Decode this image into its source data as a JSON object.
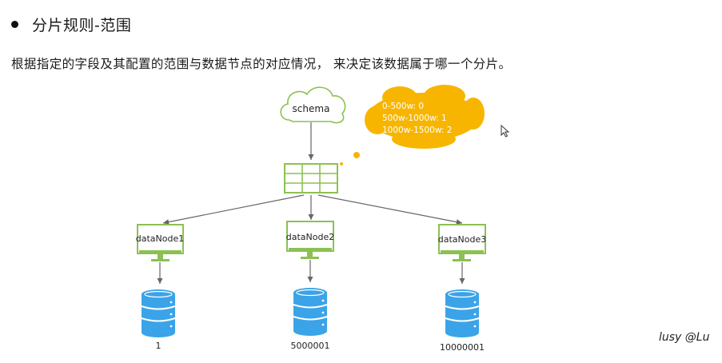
{
  "heading": "分片规则-范围",
  "description": "根据指定的字段及其配置的范围与数据节点的对应情况， 来决定该数据属于哪一个分片。",
  "schema_label": "schema",
  "ranges": [
    "0-500w: 0",
    "500w-1000w: 1",
    "1000w-1500w: 2"
  ],
  "nodes": [
    {
      "name": "dataNode1",
      "db_label": "1"
    },
    {
      "name": "dataNode2",
      "db_label": "5000001"
    },
    {
      "name": "dataNode3",
      "db_label": "10000001"
    }
  ],
  "signature": "lusy @Lu",
  "colors": {
    "green": "#8cc152",
    "blue": "#3ba3e8",
    "yellow": "#f7b500"
  }
}
